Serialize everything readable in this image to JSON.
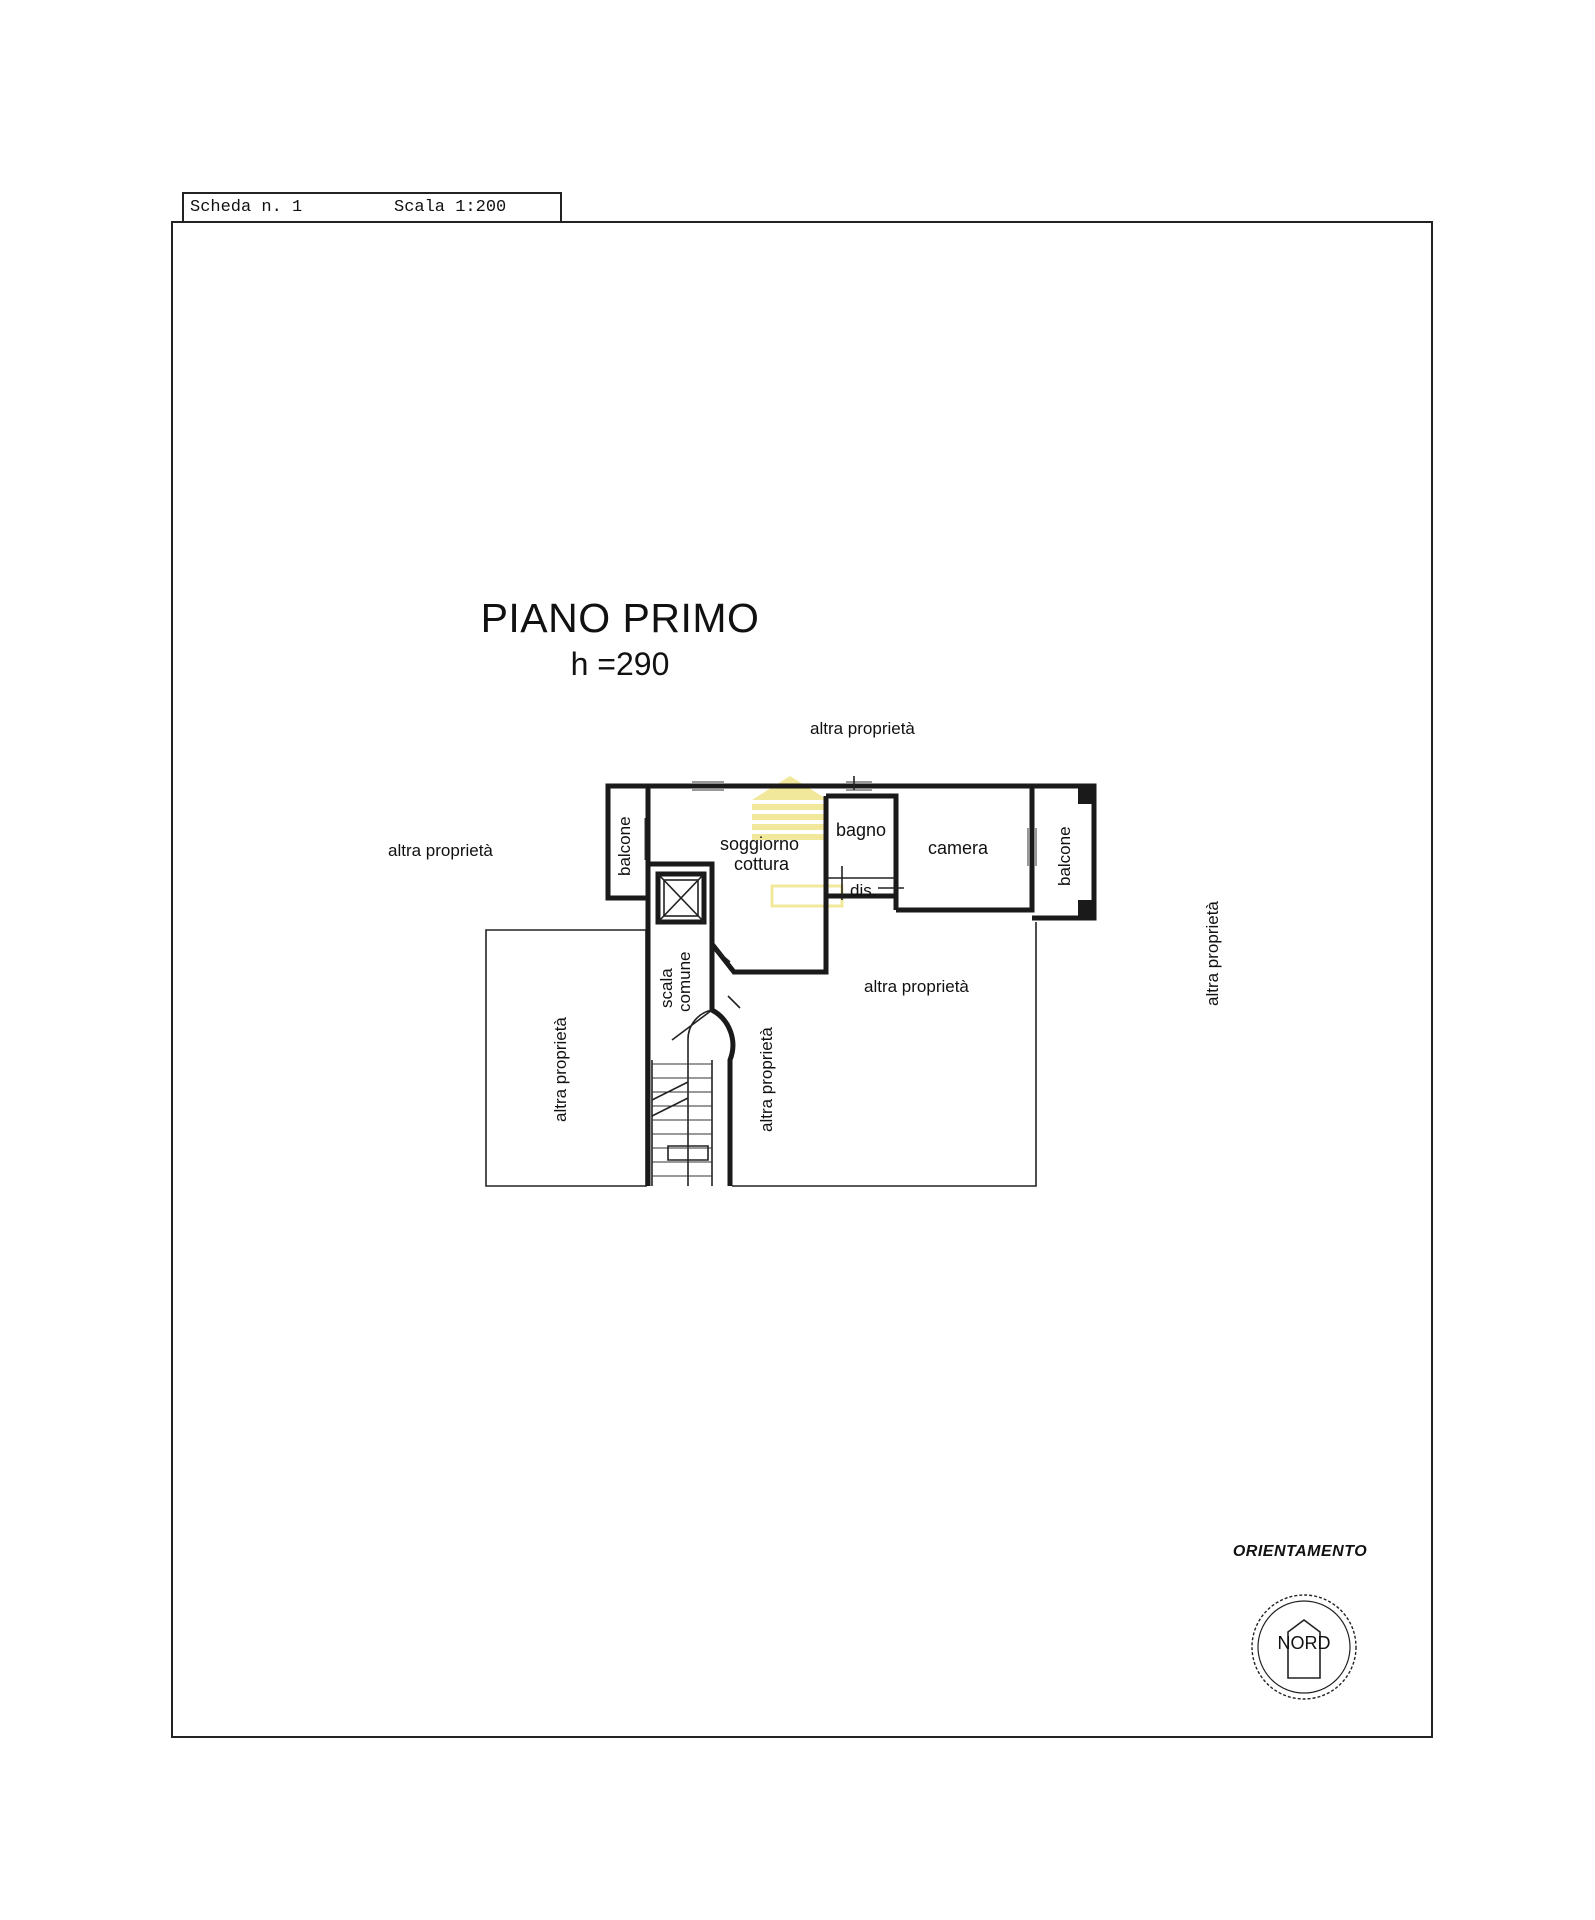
{
  "sheet": {
    "scheda_label": "Scheda n. 1",
    "scala_label": "Scala 1:200"
  },
  "plan": {
    "title": "PIANO PRIMO",
    "height": "h =290"
  },
  "labels": {
    "altra_top": "altra proprietà",
    "altra_left": "altra proprietà",
    "altra_right_vertical": "altra proprietà",
    "altra_middle": "altra proprietà",
    "altra_lower_left_vertical": "altra proprietà",
    "altra_stair_side_vertical": "altra proprietà",
    "balcone_left": "balcone",
    "balcone_right": "balcone",
    "soggiorno": "soggiorno",
    "cottura": "cottura",
    "bagno": "bagno",
    "camera": "camera",
    "dis": "dis.",
    "scala": "scala",
    "comune": "comune"
  },
  "orientation": {
    "label": "ORIENTAMENTO",
    "north": "NORD"
  },
  "colors": {
    "line": "#1a1a1a",
    "watermark": "#e8d64a"
  }
}
